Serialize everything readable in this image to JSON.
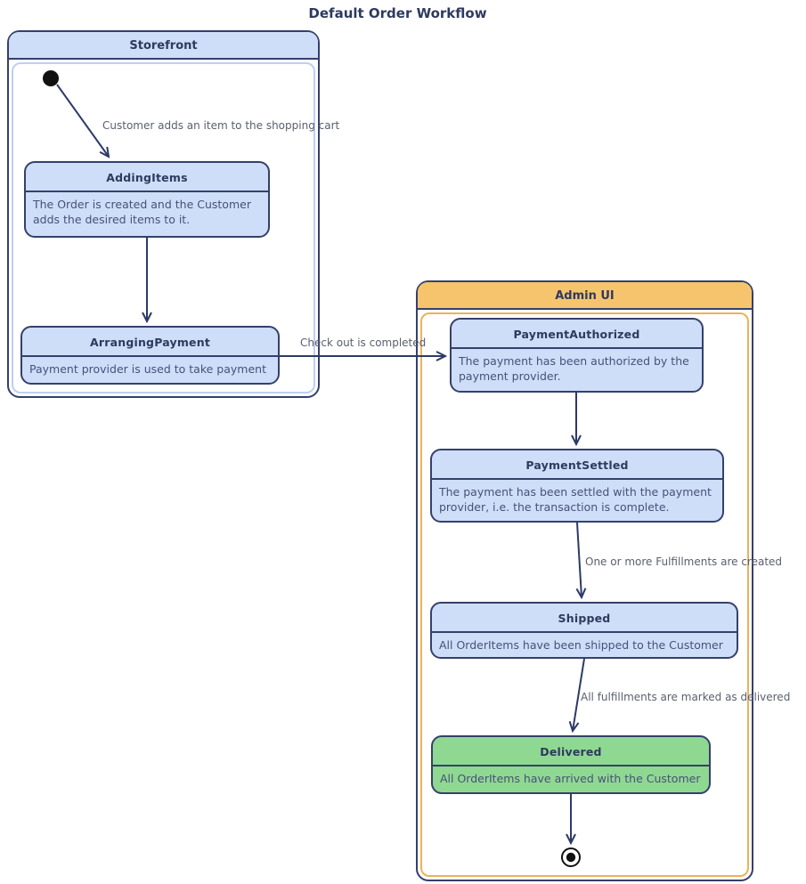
{
  "title": "Default Order Workflow",
  "colors": {
    "border": "#35406b",
    "arrow": "#2c3a66",
    "state_fill": "#cfdef8",
    "blue_inner_border": "#bdd0f1",
    "admin_header": "#f7c46e",
    "admin_inner_border": "#ecb257",
    "delivered_fill": "#8fd892",
    "title_text": "#2e3a5e",
    "desc_text": "#46517a",
    "label_text": "#5a5f6e",
    "node_black": "#111111"
  },
  "containers": {
    "storefront": {
      "title": "Storefront"
    },
    "admin_ui": {
      "title": "Admin UI"
    }
  },
  "states": {
    "adding_items": {
      "title": "AddingItems",
      "lines": [
        "The Order is created and the Customer",
        "adds the desired items to it."
      ]
    },
    "arranging_payment": {
      "title": "ArrangingPayment",
      "lines": [
        "Payment provider is used to take payment"
      ]
    },
    "payment_authorized": {
      "title": "PaymentAuthorized",
      "lines": [
        "The payment has been authorized by the",
        "payment provider."
      ]
    },
    "payment_settled": {
      "title": "PaymentSettled",
      "lines": [
        "The payment has been settled with the payment",
        "provider, i.e. the transaction is complete."
      ]
    },
    "shipped": {
      "title": "Shipped",
      "lines": [
        "All OrderItems have been shipped to the Customer"
      ]
    },
    "delivered": {
      "title": "Delivered",
      "lines": [
        "All OrderItems have arrived with the Customer"
      ]
    }
  },
  "transitions": {
    "add_item": {
      "label": "Customer adds an item to the shopping cart"
    },
    "checkout": {
      "label": "Check out is completed"
    },
    "fulfillments_created": {
      "label": "One or more Fulfillments are created"
    },
    "marked_delivered": {
      "label": "All fulfillments are marked as delivered"
    }
  }
}
